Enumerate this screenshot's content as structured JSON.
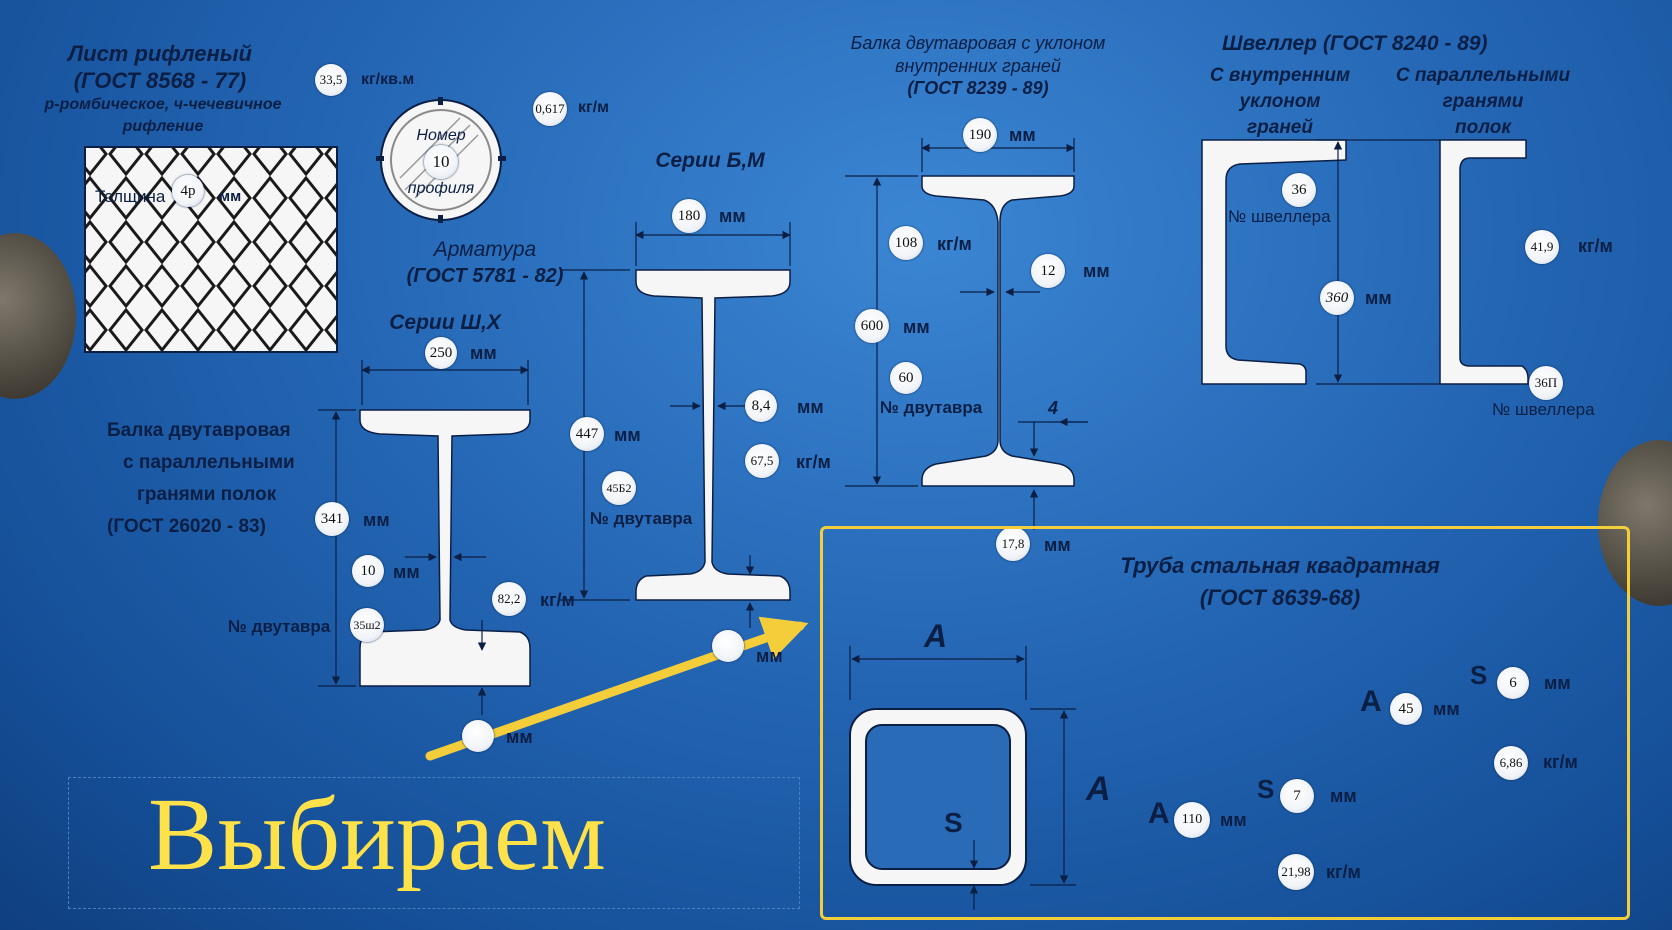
{
  "colors": {
    "background": "#2466b4",
    "text": "#0b1f45",
    "shape": "#f6f6f6",
    "highlight": "#f3cd3a",
    "caption": "#ffe14a"
  },
  "sheet": {
    "title": "Лист  рифленый",
    "gost": "(ГОСТ 8568 - 77)",
    "desc1": "р-ромбическое, ч-чечевичное",
    "desc2": "рифление",
    "thickness_label": "Толщина",
    "thickness_value": "4р",
    "thickness_unit": "мм",
    "mass_area_value": "33,5",
    "mass_area_unit": "кг/кв.м",
    "mass_length_value": "0,617",
    "mass_length_unit": "кг/м"
  },
  "rebar": {
    "top_label": "Номер",
    "number": "10",
    "bottom_label": "профиля",
    "title": "Арматура",
    "gost": "(ГОСТ 5781 - 82)"
  },
  "beam_parallel": {
    "series": "Серии Ш,Х",
    "width_value": "250",
    "width_unit": "мм",
    "title1": "Балка двутавровая",
    "title2": "с параллельными",
    "title3": "гранями полок",
    "gost": "(ГОСТ 26020 - 83)",
    "height_value": "341",
    "height_unit": "мм",
    "web_value": "10",
    "web_unit": "мм",
    "number_label": "№ двутавра",
    "number_value": "35ш2",
    "mass_value": "82,2",
    "mass_unit": "кг/м",
    "flange_unit": "мм"
  },
  "beam_series_bm": {
    "series": "Серии Б,М",
    "width_value": "180",
    "width_unit": "мм",
    "height_value": "447",
    "height_unit": "мм",
    "web_value": "8,4",
    "web_unit": "мм",
    "mass_value": "67,5",
    "mass_unit": "кг/м",
    "number_value": "45Б2",
    "number_label": "№ двутавра",
    "flange_unit": "мм"
  },
  "beam_tapered": {
    "title1": "Балка двутавровая с уклоном",
    "title2": "внутренних граней",
    "gost": "(ГОСТ 8239 - 89)",
    "width_value": "190",
    "width_unit": "мм",
    "mass_value": "108",
    "mass_unit": "кг/м",
    "web_value": "12",
    "web_unit": "мм",
    "height_value": "600",
    "height_unit": "мм",
    "number_value": "60",
    "number_label": "№ двутавра",
    "slope_label": "4",
    "flange_value": "17,8",
    "flange_unit": "мм"
  },
  "channel": {
    "title": "Швеллер (ГОСТ 8240 - 89)",
    "left_title1": "С внутренним",
    "left_title2": "уклоном",
    "left_title3": "граней",
    "right_title1": "С параллельными",
    "right_title2": "гранями",
    "right_title3": "полок",
    "number_value": "36",
    "number_label": "№ швеллера",
    "height_value": "360",
    "height_unit": "мм",
    "mass_value": "41,9",
    "mass_unit": "кг/м",
    "number2_value": "36П",
    "number2_label": "№ швеллера"
  },
  "tube": {
    "title": "Труба стальная квадратная",
    "gost": "(ГОСТ 8639-68)",
    "dim_a_top": "A",
    "dim_a_side": "A",
    "dim_s": "S",
    "r1_a_label": "A",
    "r1_a_value": "45",
    "r1_a_unit": "мм",
    "r1_s_label": "S",
    "r1_s_value": "6",
    "r1_s_unit": "мм",
    "r1_mass_value": "6,86",
    "r1_mass_unit": "кг/м",
    "r2_a_label": "A",
    "r2_a_value": "110",
    "r2_a_unit": "мм",
    "r2_s_label": "S",
    "r2_s_value": "7",
    "r2_s_unit": "мм",
    "r2_mass_value": "21,98",
    "r2_mass_unit": "кг/м"
  },
  "caption": {
    "text": "Выбираем"
  }
}
